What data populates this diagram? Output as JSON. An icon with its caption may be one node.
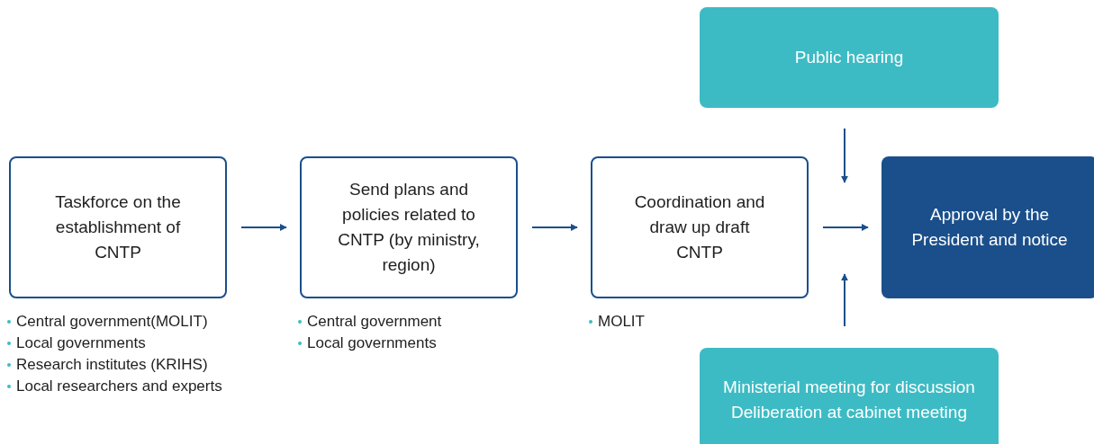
{
  "diagram": {
    "nodes": [
      {
        "text": [
          "Taskforce on the establishment of CNTP"
        ],
        "beside": [
          "Central government(MOLIT)",
          "Local governments",
          "Research institutes (KRIHS)",
          "Local researchers and experts"
        ]
      },
      {
        "text": [
          "Send plans and policies related to CNTP (by ministry, region)"
        ],
        "beside": [
          "Central government",
          "Local governments"
        ]
      },
      {
        "text": [
          "Coordination and draw up draft CNTP"
        ],
        "beside": [
          "MOLIT"
        ]
      },
      {
        "text": [
          "Approval by the President and notice"
        ]
      },
      {
        "text": [
          "Public hearing"
        ]
      },
      {
        "text": [
          "Ministerial meeting for discussion Deliberation at cabinet meeting"
        ]
      }
    ],
    "edges": [
      {
        "from": 0,
        "to": 1,
        "arrow": "to"
      },
      {
        "from": 1,
        "to": 2,
        "arrow": "to"
      },
      {
        "from": 2,
        "to": 3,
        "arrow": "to"
      },
      {
        "from": 4,
        "to": 3,
        "arrow": "to"
      },
      {
        "from": 5,
        "to": 3,
        "arrow": "to"
      }
    ]
  }
}
